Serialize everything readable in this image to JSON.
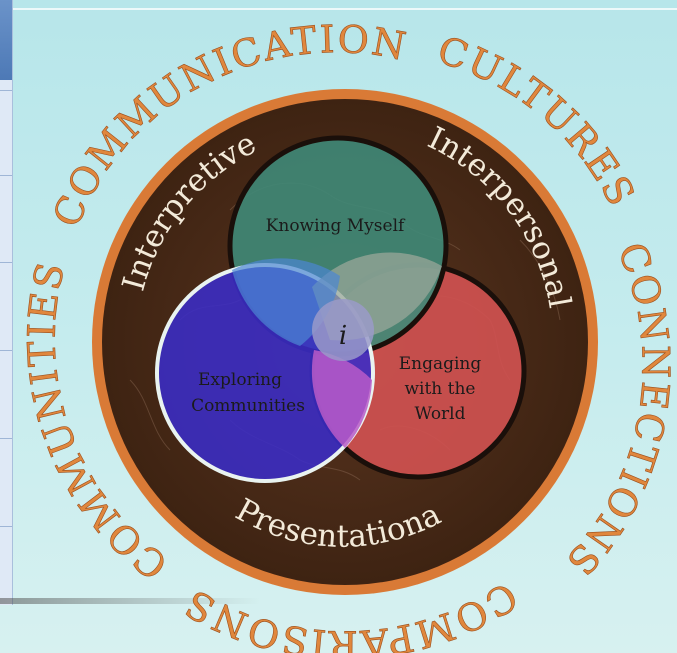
{
  "outer_ring": {
    "communication": "COMMUNICATION",
    "cultures": "CULTURES",
    "connections": "CONNECTIONS",
    "comparisons": "COMPARISONS",
    "communities": "COMMUNITIES"
  },
  "modes": {
    "interpretive": "Interpretive",
    "interpersonal": "Interpersonal",
    "presentational": "Presentational"
  },
  "circles": {
    "knowing_myself": "Knowing Myself",
    "exploring_line1": "Exploring",
    "exploring_line2": "Communities",
    "engaging_line1": "Engaging",
    "engaging_line2": "with the",
    "engaging_line3": "World"
  },
  "center_symbol": "i",
  "colors": {
    "background": "#b7e6ea",
    "outer_word": "#e0873d",
    "disc_outer": "#d97a36",
    "disc_inner": "#4a2a16",
    "knowing_myself": "#3f8a78",
    "exploring_communities": "#3a2cc7",
    "engaging_world": "#cf5150",
    "mode_text": "#f3ead9"
  }
}
